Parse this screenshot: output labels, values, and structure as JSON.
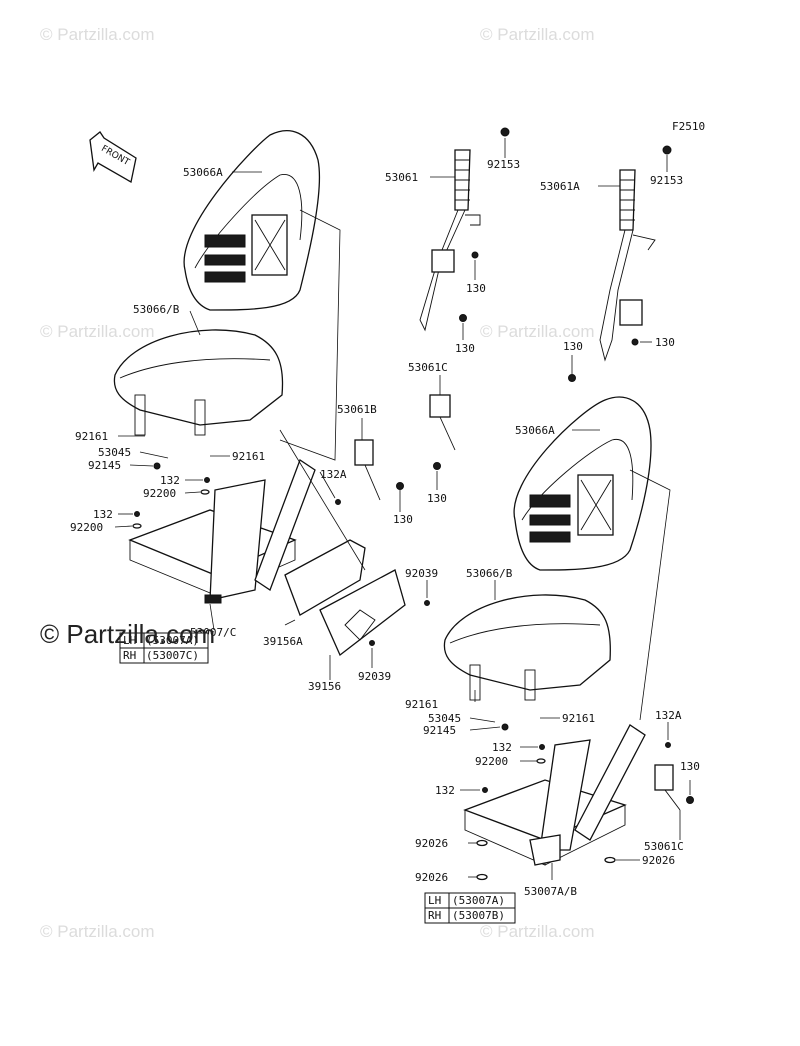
{
  "watermark": {
    "text": "© Partzilla.com",
    "large": "© Partzilla.com"
  },
  "figure_code": "F2510",
  "front_arrow": "FRONT",
  "callouts": {
    "c53066A_top": "53066A",
    "c53066B_left": "53066/B",
    "c92161_l1": "92161",
    "c53045_l": "53045",
    "c92145_l": "92145",
    "c92161_l2": "92161",
    "c132_l1": "132",
    "c92200_l1": "92200",
    "c132_l2": "132",
    "c92200_l2": "92200",
    "c53007C": "53007/C",
    "c53061": "53061",
    "c92153_a": "92153",
    "c130_a": "130",
    "c130_b": "130",
    "c53061A": "53061A",
    "c92153_b": "92153",
    "c130_c": "130",
    "c130_d": "130",
    "c53061C_top": "53061C",
    "c53061B": "53061B",
    "c132A_l": "132A",
    "c130_e": "130",
    "c130_f": "130",
    "c53066A_r": "53066A",
    "c92039_a": "92039",
    "c53066B_r": "53066/B",
    "c39156A": "39156A",
    "c92039_b": "92039",
    "c39156": "39156",
    "c92161_r1": "92161",
    "c53045_r": "53045",
    "c92145_r": "92145",
    "c92161_r2": "92161",
    "c132A_r": "132A",
    "c132_r1": "132",
    "c92200_r": "92200",
    "c130_g": "130",
    "c132_r2": "132",
    "c92026_a": "92026",
    "c53061C_r": "53061C",
    "c92026_b": "92026",
    "c92026_c": "92026",
    "c53007AB": "53007A/B"
  },
  "table_left": [
    {
      "side": "LH",
      "code": "(53007A)"
    },
    {
      "side": "RH",
      "code": "(53007C)"
    }
  ],
  "table_right": [
    {
      "side": "LH",
      "code": "(53007A)"
    },
    {
      "side": "RH",
      "code": "(53007B)"
    }
  ]
}
